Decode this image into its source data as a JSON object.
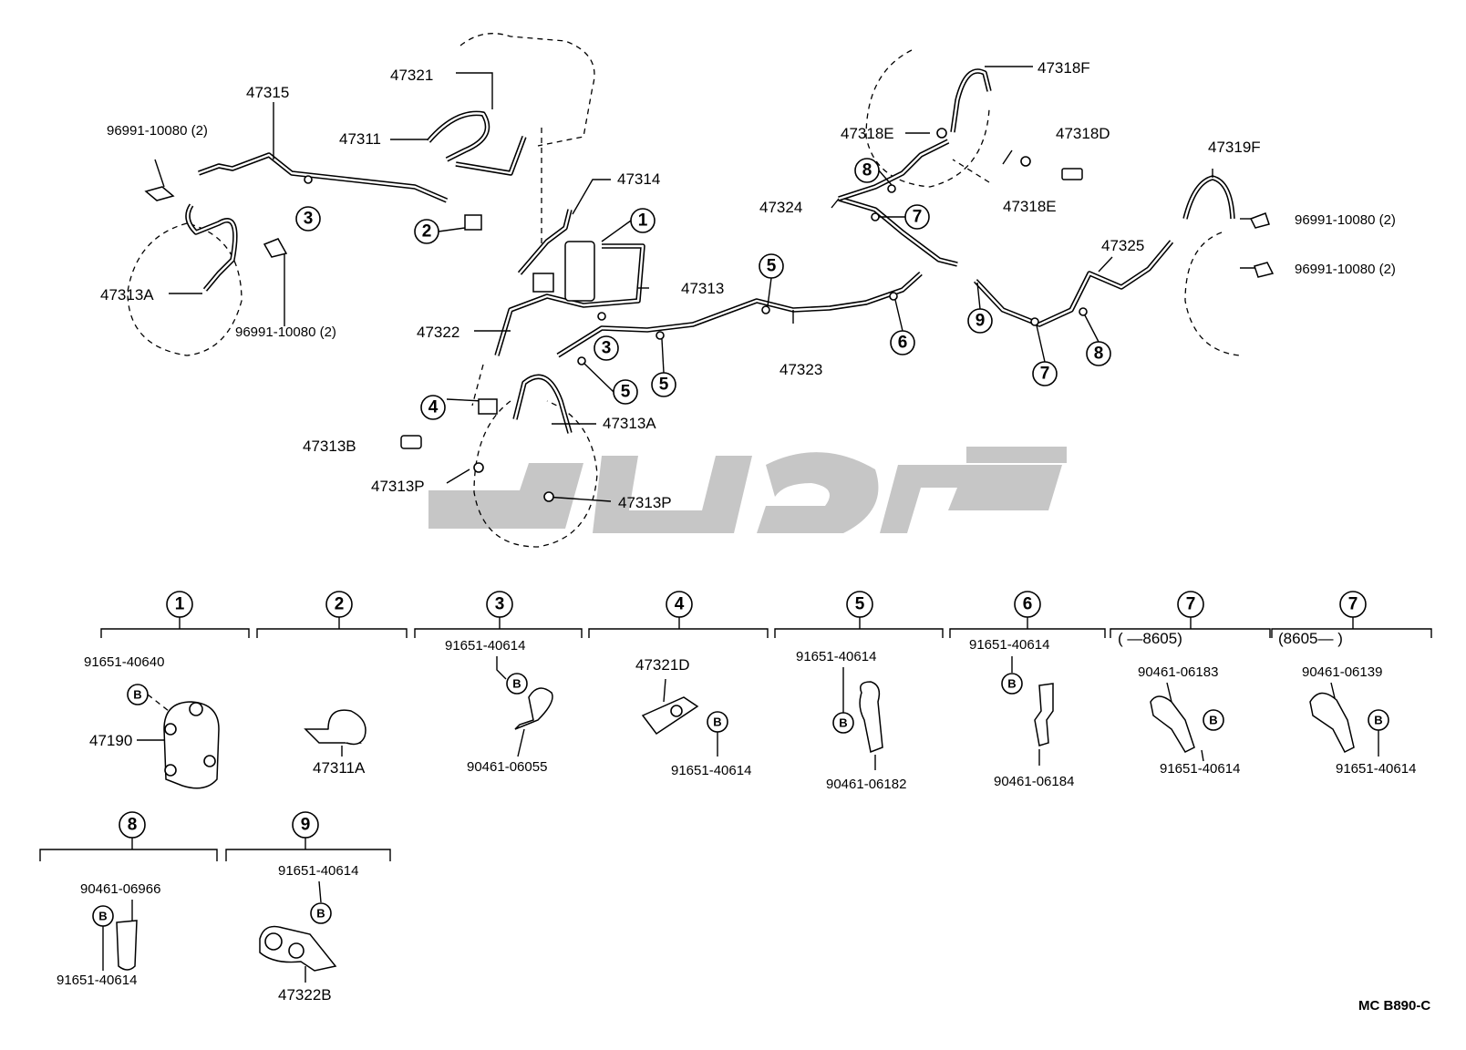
{
  "callouts": {
    "p47321": "47321",
    "p47315": "47315",
    "p96991_a": "96991-10080 (2)",
    "p47311": "47311",
    "p47314": "47314",
    "p47313": "47313",
    "p47313A_left": "47313A",
    "p96991_b": "96991-10080 (2)",
    "p47322": "47322",
    "p47313A_mid": "47313A",
    "p47313B": "47313B",
    "p47313P_left": "47313P",
    "p47313P_right": "47313P",
    "p47323": "47323",
    "p47318F": "47318F",
    "p47318E_top": "47318E",
    "p47318D": "47318D",
    "p47318E_bot": "47318E",
    "p47324": "47324",
    "p47319F": "47319F",
    "p96991_c": "96991-10080 (2)",
    "p96991_d": "96991-10080 (2)",
    "p47325": "47325"
  },
  "markers": {
    "m1": "1",
    "m2": "2",
    "m3": "3",
    "m4": "4",
    "m5": "5",
    "m6": "6",
    "m7": "7",
    "m8": "8",
    "m9": "9",
    "b": "B"
  },
  "groups": {
    "g1": {
      "num": "1",
      "part_top": "91651-40640",
      "part_main": "47190"
    },
    "g2": {
      "num": "2",
      "part_main": "47311A"
    },
    "g3": {
      "num": "3",
      "part_top": "91651-40614",
      "part_bottom": "90461-06055"
    },
    "g4": {
      "num": "4",
      "part_top": "47321D",
      "part_bottom": "91651-40614"
    },
    "g5": {
      "num": "5",
      "part_top": "91651-40614",
      "part_bottom": "90461-06182"
    },
    "g6": {
      "num": "6",
      "part_top": "91651-40614",
      "part_bottom": "90461-06184"
    },
    "g7a": {
      "num": "7",
      "range": "( —8605)",
      "part_top": "90461-06183",
      "part_bottom": "91651-40614"
    },
    "g7b": {
      "num": "7",
      "range": "(8605— )",
      "part_top": "90461-06139",
      "part_bottom": "91651-40614"
    },
    "g8": {
      "num": "8",
      "part_top": "90461-06966",
      "part_bottom": "91651-40614"
    },
    "g9": {
      "num": "9",
      "part_top": "91651-40614",
      "part_main": "47322B"
    }
  },
  "footer": {
    "code": "MC  B890-C"
  },
  "colors": {
    "line": "#000000",
    "watermark": "#c6c6c6",
    "background": "#ffffff"
  }
}
